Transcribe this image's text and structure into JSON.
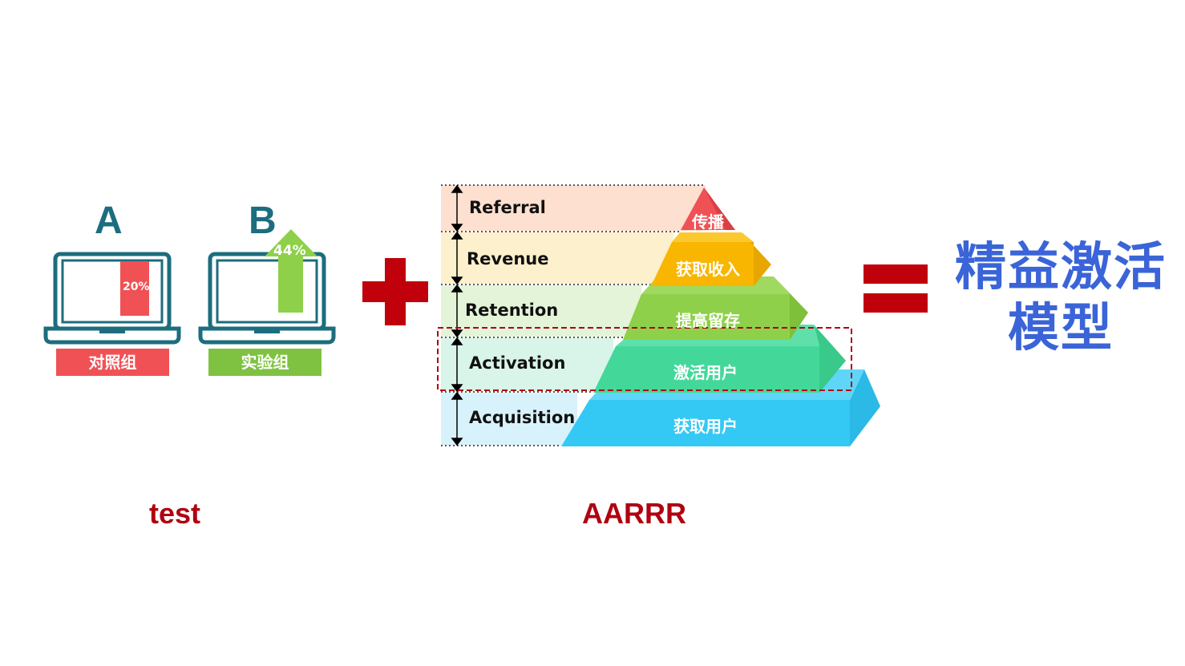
{
  "ab_test": {
    "group_a": {
      "letter": "A",
      "label": "对照组",
      "percent": "20%",
      "percent_value": 20
    },
    "group_b": {
      "letter": "B",
      "label": "实验组",
      "percent": "44%",
      "percent_value": 44
    },
    "caption": "test"
  },
  "operators": {
    "plus": "plus-sign",
    "equals": "equals-sign"
  },
  "aarrr": {
    "caption": "AARRR",
    "stages": [
      {
        "name": "Referral",
        "label": "传播",
        "color": "#f05155",
        "band": "#fde0cf"
      },
      {
        "name": "Revenue",
        "label": "获取收入",
        "color": "#f9b600",
        "band": "#fdf0cc"
      },
      {
        "name": "Retention",
        "label": "提高留存",
        "color": "#8ed04a",
        "band": "#e3f4d9"
      },
      {
        "name": "Activation",
        "label": "激活用户",
        "color": "#43d89a",
        "band": "#d9f5ea"
      },
      {
        "name": "Acquisition",
        "label": "获取用户",
        "color": "#34c9f5",
        "band": "#d8f2fb"
      }
    ],
    "highlighted_stage": "Activation"
  },
  "result": {
    "line1": "精益激活",
    "line2": "模型",
    "color": "#3a64d8"
  }
}
